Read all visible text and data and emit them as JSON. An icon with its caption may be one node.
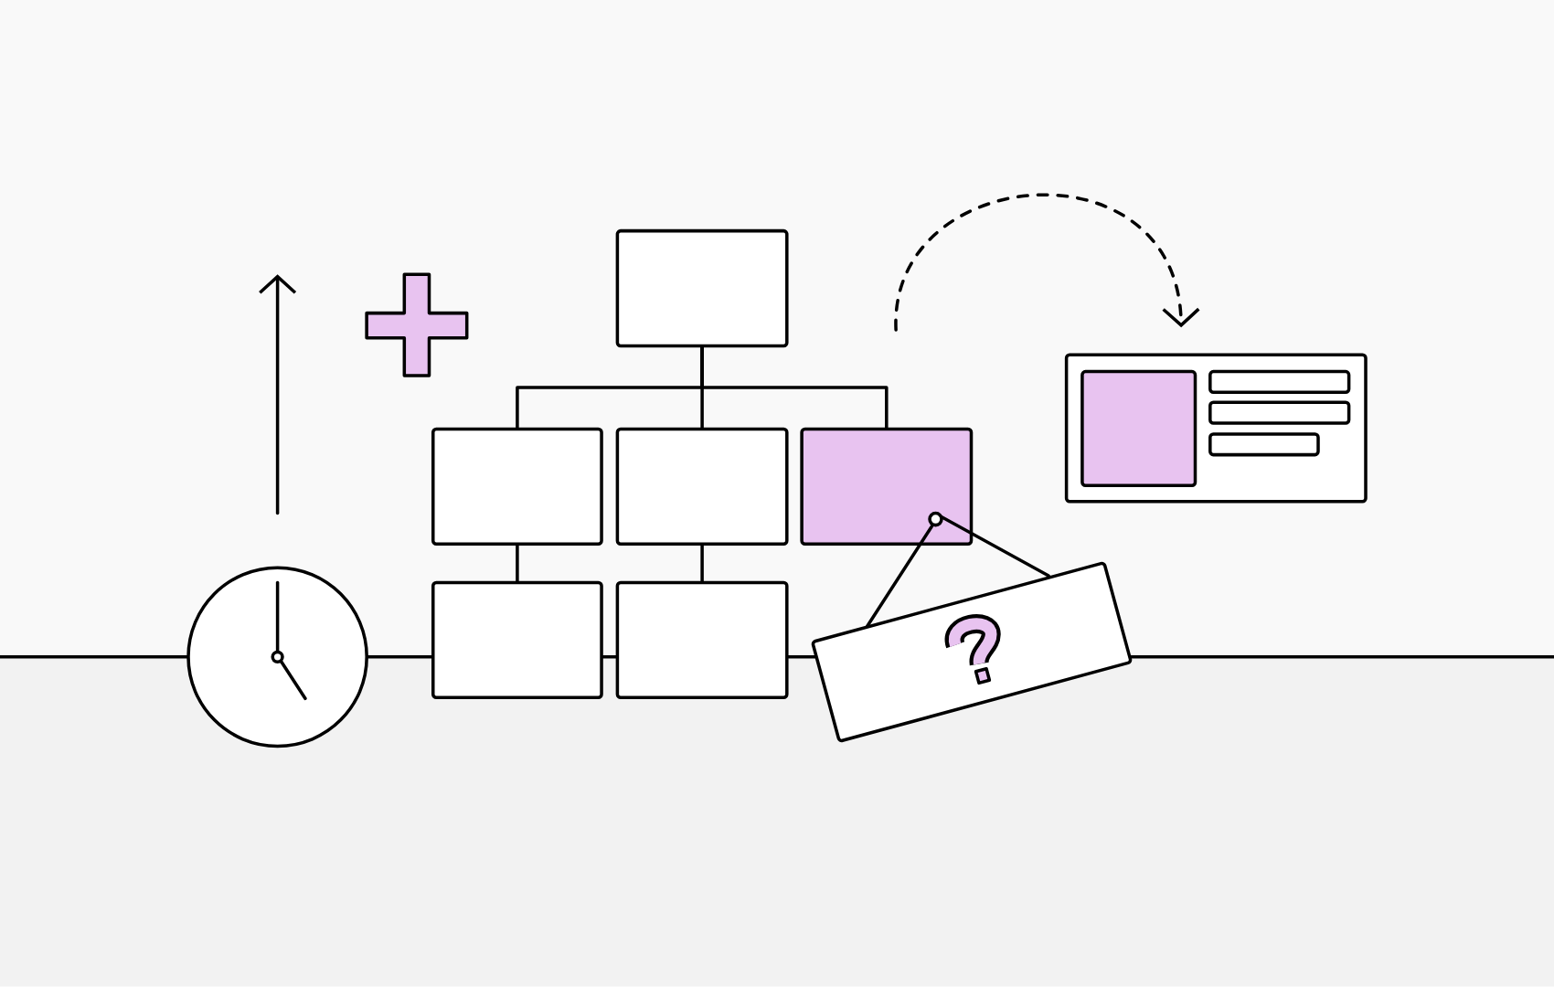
{
  "diagram": {
    "nodes": [
      {
        "text": [],
        "shape": "box"
      },
      {
        "text": [],
        "shape": "box"
      },
      {
        "text": [],
        "shape": "box"
      },
      {
        "text": [],
        "shape": "box"
      },
      {
        "text": [],
        "shape": "box"
      },
      {
        "text": [],
        "shape": "box"
      },
      {
        "text": [],
        "shape": "box"
      },
      {
        "text": [],
        "shape": "box"
      }
    ],
    "edges": [
      {
        "from": 0,
        "to": 1,
        "arrow": "none"
      },
      {
        "from": 0,
        "to": 2,
        "arrow": "none"
      },
      {
        "from": 0,
        "to": 3,
        "arrow": "none"
      },
      {
        "from": 1,
        "to": 4,
        "arrow": "none"
      },
      {
        "from": 2,
        "to": 5,
        "arrow": "none"
      },
      {
        "from": null,
        "to": 6,
        "arrow": "to",
        "style": "dashed"
      }
    ]
  }
}
